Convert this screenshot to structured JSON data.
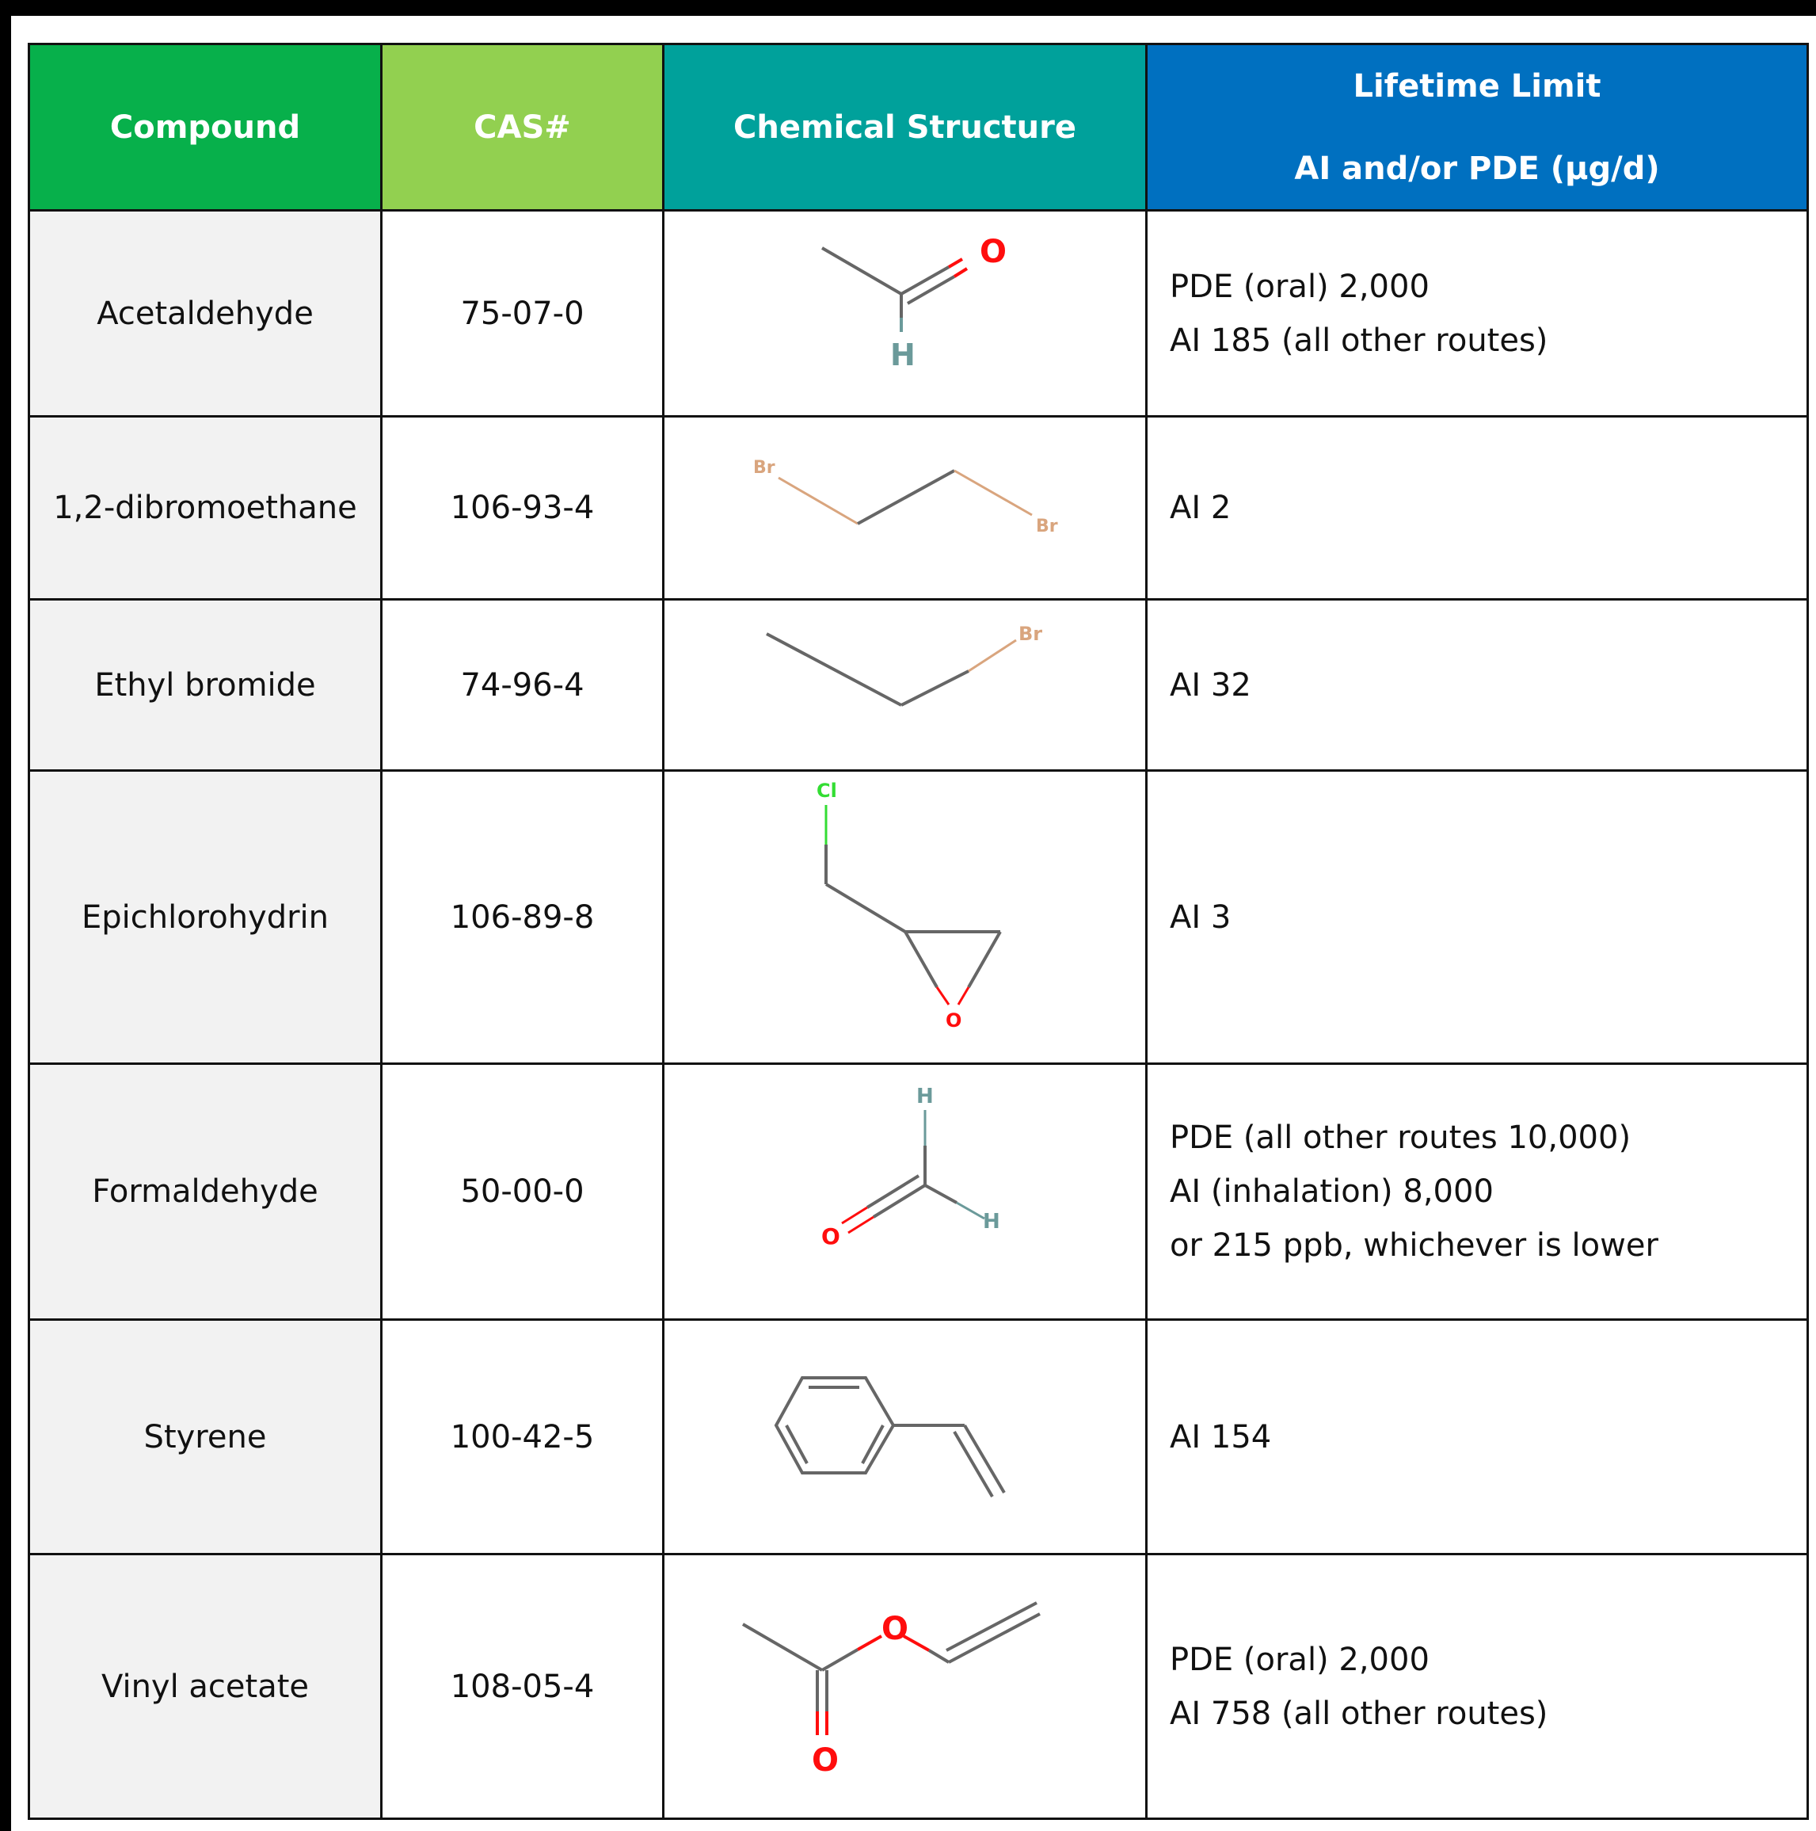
{
  "header": {
    "compound": "Compound",
    "cas": "CAS#",
    "structure": "Chemical Structure",
    "limit_line1": "Lifetime Limit",
    "limit_line2": "AI and/or PDE (μg/d)"
  },
  "rows": [
    {
      "compound": "Acetaldehyde",
      "cas": "75-07-0",
      "structure_atoms": [
        "O",
        "H"
      ],
      "limit_lines": [
        "PDE (oral) 2,000",
        "AI 185 (all other routes)"
      ]
    },
    {
      "compound": "1,2-dibromoethane",
      "cas": "106-93-4",
      "structure_atoms": [
        "Br",
        "Br"
      ],
      "limit_lines": [
        "AI 2"
      ]
    },
    {
      "compound": "Ethyl bromide",
      "cas": "74-96-4",
      "structure_atoms": [
        "Br"
      ],
      "limit_lines": [
        "AI 32"
      ]
    },
    {
      "compound": "Epichlorohydrin",
      "cas": "106-89-8",
      "structure_atoms": [
        "Cl",
        "O"
      ],
      "limit_lines": [
        "AI 3"
      ]
    },
    {
      "compound": "Formaldehyde",
      "cas": "50-00-0",
      "structure_atoms": [
        "H",
        "H",
        "O"
      ],
      "limit_lines": [
        "PDE (all other routes 10,000)",
        "AI (inhalation) 8,000",
        "or 215 ppb, whichever is lower"
      ]
    },
    {
      "compound": "Styrene",
      "cas": "100-42-5",
      "structure_atoms": [],
      "limit_lines": [
        "AI 154"
      ]
    },
    {
      "compound": "Vinyl acetate",
      "cas": "108-05-4",
      "structure_atoms": [
        "O",
        "O"
      ],
      "limit_lines": [
        "PDE (oral) 2,000",
        "AI 758 (all other routes)"
      ]
    }
  ],
  "colors": {
    "compound_header": "#07b04b",
    "cas_header": "#92d050",
    "structure_header": "#00a19b",
    "limit_header": "#0070c0",
    "oxygen": "#ff0d0d",
    "hydrogen": "#6b9a9a",
    "bromine": "#d9a57e",
    "chlorine": "#33dd33",
    "bond": "#666666"
  }
}
